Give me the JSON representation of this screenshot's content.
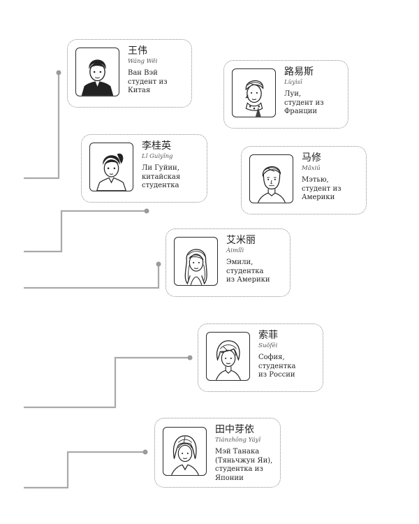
{
  "students": [
    {
      "id": "wang-wei",
      "hanzi": "王伟",
      "pinyin": "Wáng Wěi",
      "description": "Ван Вэй\nстудент из\nКитая",
      "icon": "boy-portrait-icon"
    },
    {
      "id": "luyisi",
      "hanzi": "路易斯",
      "pinyin": "Lùyìsī",
      "description": "Луи,\nстудент из\nФранции",
      "icon": "man-with-scarf-portrait-icon"
    },
    {
      "id": "li-guiying",
      "hanzi": "李桂英",
      "pinyin": "Lǐ Guìyīng",
      "description": "Ли Гуйин,\nкитайская\nстудентка",
      "icon": "girl-ponytail-portrait-icon"
    },
    {
      "id": "maxiu",
      "hanzi": "马修",
      "pinyin": "Mǎxiū",
      "description": "Мэтью,\nстудент из\nАмерики",
      "icon": "young-man-portrait-icon"
    },
    {
      "id": "aimili",
      "hanzi": "艾米丽",
      "pinyin": "Àimǐlì",
      "description": "Эмили,\nстудентка\nиз Америки",
      "icon": "girl-long-hair-portrait-icon"
    },
    {
      "id": "suofei",
      "hanzi": "索菲",
      "pinyin": "Suǒfēi",
      "description": "София,\nстудентка\nиз России",
      "icon": "girl-short-hair-portrait-icon"
    },
    {
      "id": "tianzhong-yayi",
      "hanzi": "田中芽依",
      "pinyin": "Tiánzhōng Yáyī",
      "description": "Мэй Танака\n(Тяньчжун Яи),\nстудентка из\nЯпонии",
      "icon": "girl-bob-portrait-icon"
    }
  ]
}
